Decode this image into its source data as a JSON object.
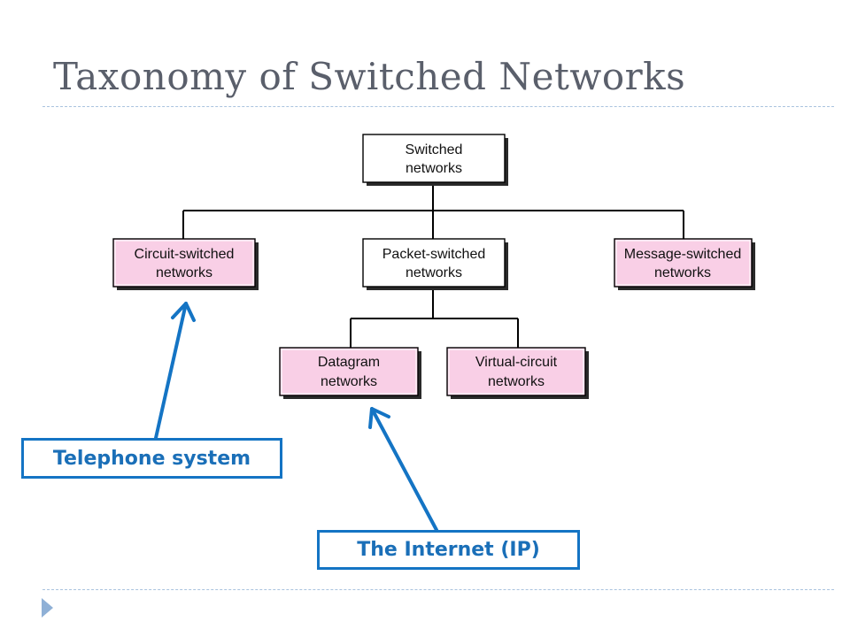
{
  "slide": {
    "title": "Taxonomy of Switched Networks"
  },
  "diagram": {
    "nodes": {
      "switched": {
        "line1": "Switched",
        "line2": "networks",
        "fill": "#ffffff"
      },
      "circuit": {
        "line1": "Circuit-switched",
        "line2": "networks",
        "fill": "#f9cfe6"
      },
      "packet": {
        "line1": "Packet-switched",
        "line2": "networks",
        "fill": "#ffffff"
      },
      "message": {
        "line1": "Message-switched",
        "line2": "networks",
        "fill": "#f9cfe6"
      },
      "datagram": {
        "line1": "Datagram",
        "line2": "networks",
        "fill": "#f9cfe6"
      },
      "virtual": {
        "line1": "Virtual-circuit",
        "line2": "networks",
        "fill": "#f9cfe6"
      }
    },
    "edges": [
      [
        "switched",
        "circuit"
      ],
      [
        "switched",
        "packet"
      ],
      [
        "switched",
        "message"
      ],
      [
        "packet",
        "datagram"
      ],
      [
        "packet",
        "virtual"
      ]
    ]
  },
  "callouts": {
    "telephone": {
      "label": "Telephone system",
      "points_to": "circuit"
    },
    "internet": {
      "label": "The Internet (IP)",
      "points_to": "datagram"
    }
  },
  "colors": {
    "accent": "#1474c4",
    "pink_fill": "#f9cfe6",
    "title": "#5a5f6b",
    "rule": "#a9c3de"
  }
}
